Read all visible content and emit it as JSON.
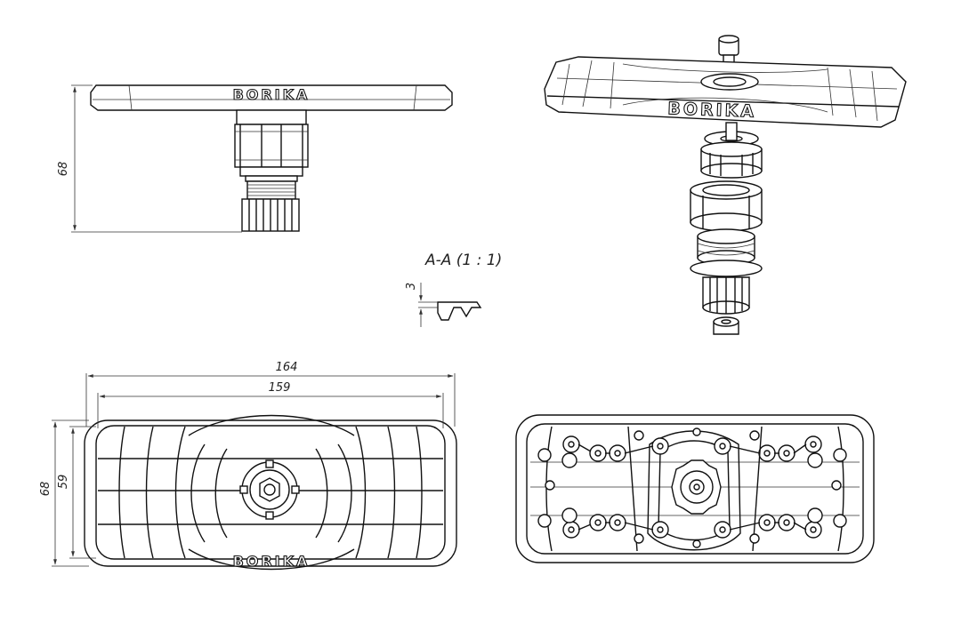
{
  "brand_text": "BORIKA",
  "section_label": "A-A (1 : 1)",
  "dimensions": {
    "side_height": "68",
    "section_thickness": "3",
    "overall_length": "164",
    "inner_length": "159",
    "overall_width": "68",
    "inner_width": "59"
  },
  "views": [
    "side-view",
    "isometric-exploded-view",
    "section-a-a",
    "top-view",
    "bottom-view"
  ]
}
